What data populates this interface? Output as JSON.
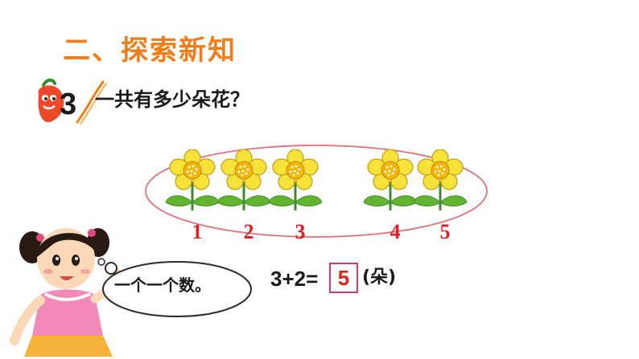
{
  "colors": {
    "title": "#f07d1a",
    "number_red": "#e02020",
    "oval": "#e0707a",
    "petal": "#f7e23a",
    "center": "#f4b400",
    "leaf": "#63b530",
    "answer_border": "#d9376e"
  },
  "section_title": "二、探索新知",
  "problem": {
    "number": "3",
    "question": "一共有多少朵花？"
  },
  "flowers": {
    "labels": [
      "1",
      "2",
      "3",
      "4",
      "5"
    ]
  },
  "speech": {
    "text": "一个一个数。"
  },
  "equation": {
    "expression": "3+2=",
    "answer": "5",
    "unit": "(朵)"
  },
  "icons": [
    "pepper-mascot-icon",
    "flower-icon",
    "girl-illustration"
  ]
}
